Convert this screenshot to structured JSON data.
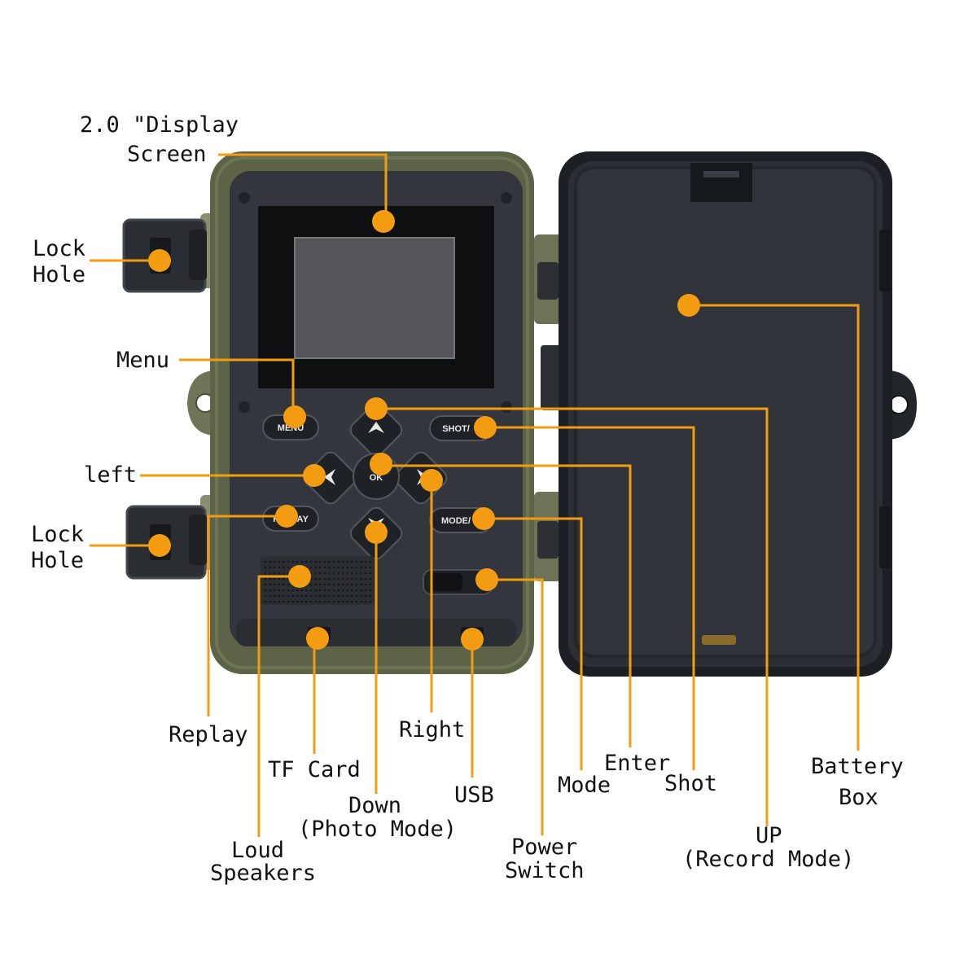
{
  "accent": "#f39c12",
  "body_colors": {
    "camo": "#5c6346",
    "panel": "#33373d",
    "cover": "#2b2f35",
    "frame": "#1c1f23"
  },
  "button_labels": {
    "menu": "MENU",
    "shot": "SHOT/",
    "replay": "REPLAY",
    "mode": "MODE/",
    "ok": "OK"
  },
  "callouts": {
    "display": [
      "2.0 \"Display",
      "Screen"
    ],
    "lock_hole_top": [
      "Lock",
      "Hole"
    ],
    "menu": [
      "Menu"
    ],
    "left": [
      "left"
    ],
    "lock_hole_bottom": [
      "Lock",
      "Hole"
    ],
    "replay": [
      "Replay"
    ],
    "tf_card": [
      "TF Card"
    ],
    "loud_speakers": [
      "Loud",
      "Speakers"
    ],
    "down": [
      "Down",
      "(Photo Mode)"
    ],
    "right": [
      "Right"
    ],
    "usb": [
      "USB"
    ],
    "power_switch": [
      "Power",
      "Switch"
    ],
    "mode": [
      "Mode"
    ],
    "enter": [
      "Enter"
    ],
    "shot": [
      "Shot"
    ],
    "up": [
      "UP",
      "(Record Mode)"
    ],
    "battery_box": [
      "Battery",
      "Box"
    ]
  }
}
